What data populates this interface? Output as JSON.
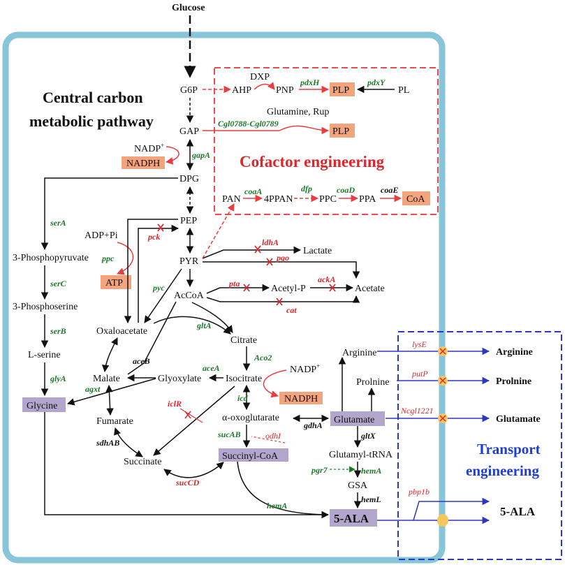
{
  "colors": {
    "frame": "#87c6d8",
    "cofactor": "#f04a4f",
    "transport": "#2a36c8",
    "black_arrow": "#111111",
    "red_arrow": "#ec3b3e",
    "green_gene": "#1d7a2a",
    "orange_box": "#f4a47c",
    "purple_box": "#b3a6cc",
    "transporter": "#f7c75b"
  },
  "input": {
    "glucose": "Glucose"
  },
  "titles": {
    "central_line1": "Central carbon",
    "central_line2": "metabolic pathway",
    "cofactor": "Cofactor engineering",
    "transport_line1": "Transport",
    "transport_line2": "engineering"
  },
  "metabolites": {
    "g6p": "G6P",
    "gap": "GAP",
    "dpg": "DPG",
    "pep": "PEP",
    "pyr": "PYR",
    "accoa": "AcCoA",
    "oxaloacetate": "Oxaloacetate",
    "citrate": "Citrate",
    "isocitrate": "Isocitrate",
    "akg": "α-oxoglutarate",
    "succinate": "Succinate",
    "fumarate": "Fumarate",
    "malate": "Malate",
    "glyoxylate": "Glyoxylate",
    "lactate": "Lactate",
    "acetyl_p": "Acetyl-P",
    "acetate": "Acetate",
    "phosphopyruvate": "3-Phosphopyruvate",
    "phosphoserine": "3-Phosphoserine",
    "lserine": "L-serine",
    "arginine": "Arginine",
    "prolnine": "Prolnine",
    "glutamyl_trna": "Glutamyl-tRNA",
    "gsa": "GSA",
    "adp_pi": "ADP+Pi",
    "nadp1": "NADP",
    "nadp2": "NADP",
    "plus": "+",
    "ahp": "AHP",
    "dxp": "DXP",
    "pnp": "PNP",
    "pl": "PL",
    "glutamine_rup": "Glutamine, Rup",
    "pan": "PAN",
    "ppan": "4PPAN",
    "ppc": "PPC",
    "ppa": "PPA"
  },
  "boxes": {
    "nadph1": "NADPH",
    "nadph2": "NADPH",
    "atp": "ATP",
    "plp1": "PLP",
    "plp2": "PLP",
    "coa": "CoA",
    "glycine": "Glycine",
    "glutamate": "Glutamate",
    "succinyl_coa": "Succinyl-CoA",
    "ala": "5-ALA"
  },
  "genes_green": {
    "gapA": "gapA",
    "serA": "serA",
    "serC": "serC",
    "serB": "serB",
    "glyA": "glyA",
    "agxt": "agxt",
    "ppc": "ppc",
    "pyc": "pyc",
    "gltA": "gltA",
    "aco2": "Aco2",
    "aceA": "aceA",
    "icd": "icd",
    "sucAB": "sucAB",
    "hemA_main": "hemA",
    "hemA_right": "hemA",
    "pgr7": "pgr7",
    "gltX": "gltX",
    "gdhA": "gdhA",
    "hemL": "hemL",
    "pdxH": "pdxH",
    "pdxY": "pdxY",
    "cgl": "Cgl0788-Cgl0789",
    "coaA": "coaA",
    "dfp": "dfp",
    "coaD": "coaD"
  },
  "genes_red": {
    "pck": "pck",
    "ldhA": "ldhA",
    "pqo": "pqo",
    "pta": "pta",
    "ackA": "ackA",
    "cat": "cat",
    "iclR": "iclR",
    "odhI": "odhI",
    "sucCD": "sucCD",
    "lysE": "lysE",
    "putP": "putP",
    "ncgl": "Ncgl1221",
    "pbp1b": "pbp1b"
  },
  "genes_black": {
    "aceB": "aceB",
    "sdhAB": "sdhAB",
    "coaE": "coaE"
  },
  "exports": {
    "arginine": "Arginine",
    "prolnine": "Prolnine",
    "glutamate": "Glutamate",
    "ala": "5-ALA"
  }
}
